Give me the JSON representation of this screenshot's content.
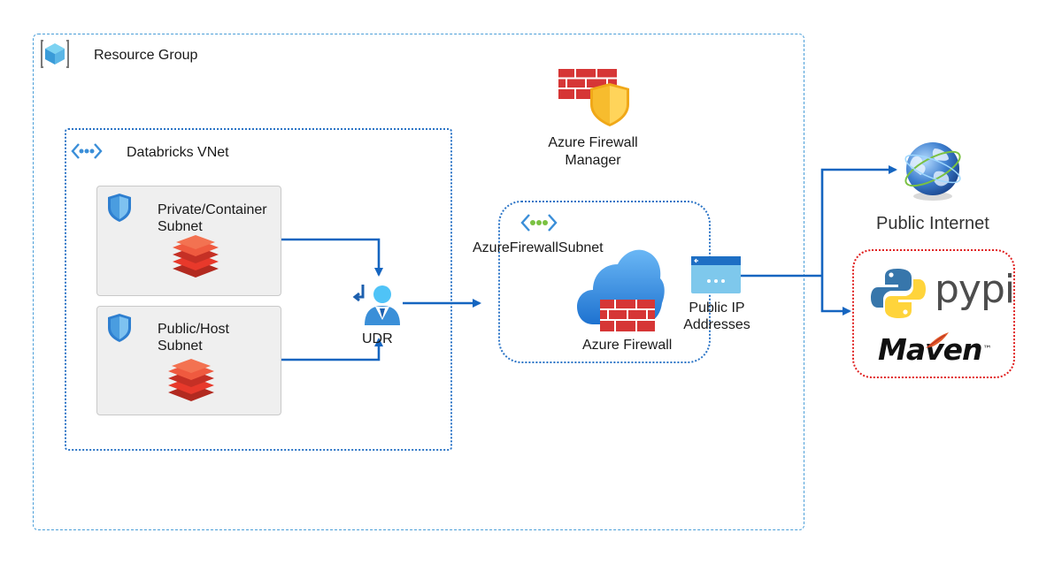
{
  "resource_group": {
    "label": "Resource Group",
    "icon": "resource-group-icon"
  },
  "vnet": {
    "label": "Databricks VNet",
    "icon": "vnet-icon"
  },
  "subnets": [
    {
      "label_line1": "Private/Container",
      "label_line2": "Subnet",
      "icon": "shield-icon",
      "service_icon": "databricks-icon"
    },
    {
      "label_line1": "Public/Host",
      "label_line2": "Subnet",
      "icon": "shield-icon",
      "service_icon": "databricks-icon"
    }
  ],
  "udr": {
    "label": "UDR",
    "icon": "route-user-icon"
  },
  "firewall_manager": {
    "label_line1": "Azure Firewall",
    "label_line2": "Manager",
    "icon": "firewall-manager-icon"
  },
  "firewall_subnet": {
    "label": "AzureFirewallSubnet",
    "icon": "vnet-icon"
  },
  "firewall": {
    "label": "Azure Firewall",
    "icon": "firewall-cloud-icon"
  },
  "public_ip": {
    "label_line1": "Public IP",
    "label_line2": "Addresses",
    "icon": "public-ip-icon"
  },
  "internet": {
    "label": "Public Internet",
    "icon": "globe-icon"
  },
  "package_repos": {
    "pypi": "pypi",
    "maven": "Maven",
    "maven_tm": "™",
    "icons": [
      "python-logo-icon",
      "maven-feather-icon"
    ]
  },
  "colors": {
    "connector": "#1565c0",
    "group_border": "#4a9ed8",
    "vnet_border": "#2b74c6",
    "repo_border": "#e02020",
    "databricks_red": "#e8392b",
    "firewall_red": "#d63636"
  }
}
